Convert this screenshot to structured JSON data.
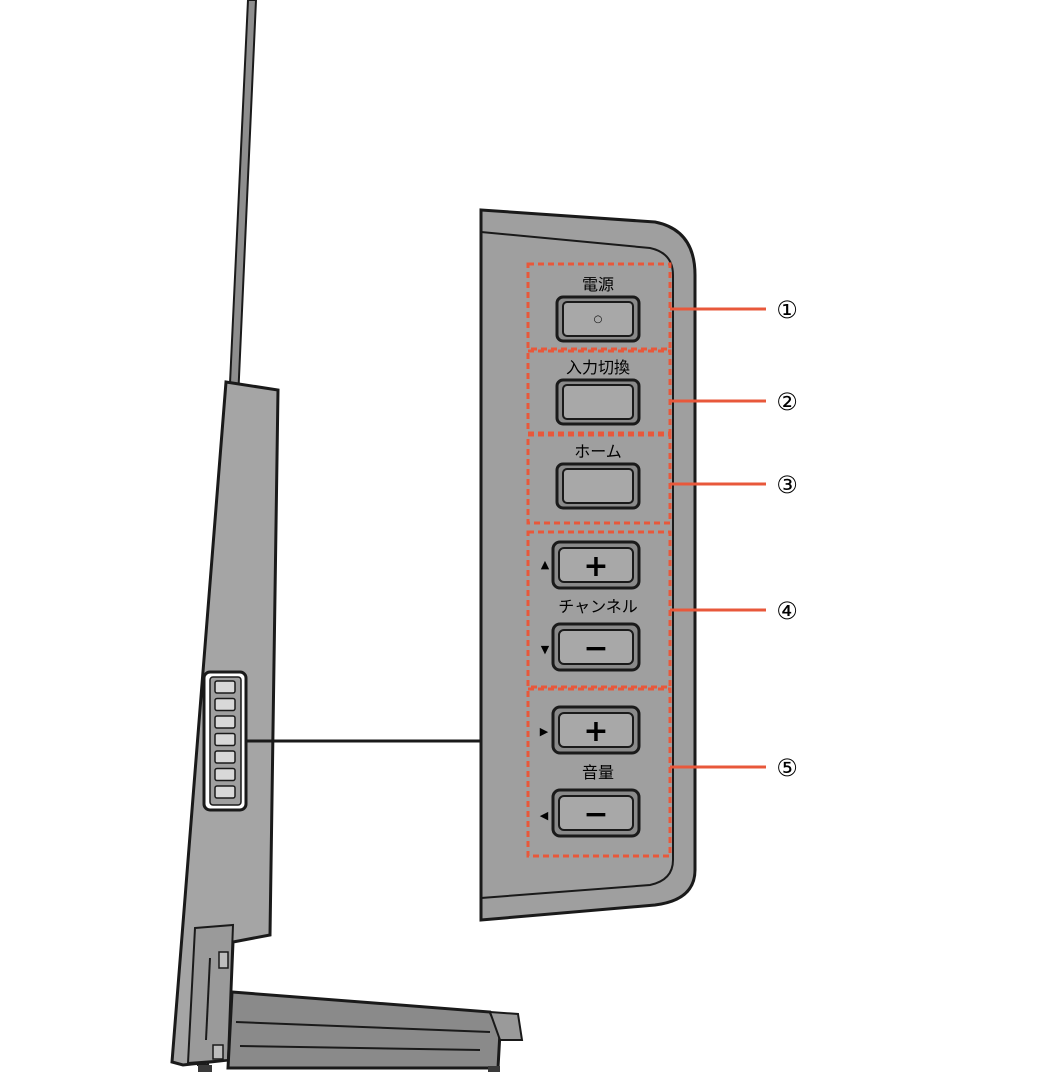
{
  "buttons": {
    "power": {
      "label": "電源",
      "number": "①"
    },
    "input": {
      "label": "入力切換",
      "number": "②"
    },
    "home": {
      "label": "ホーム",
      "number": "③"
    },
    "channel": {
      "label": "チャンネル",
      "number": "④",
      "up_arrow": "▲",
      "down_arrow": "▼"
    },
    "volume": {
      "label": "音量",
      "number": "⑤",
      "up_arrow": "▶",
      "down_arrow": "◀"
    }
  },
  "glyphs": {
    "power": "○",
    "plus": "+",
    "minus": "−"
  },
  "colors": {
    "callout": "#e8583b",
    "panel": "#9f9f9f",
    "outline": "#1a1a1a",
    "tv_body": "#a5a5a5"
  }
}
